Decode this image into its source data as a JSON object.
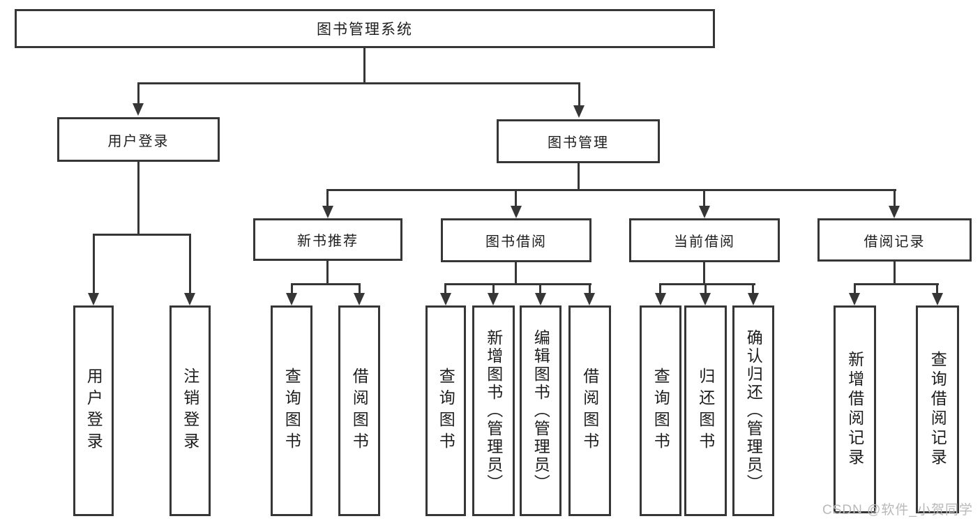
{
  "colors": {
    "line": "#363636",
    "text": "#1d1d1d",
    "watermark": "#b9b9b9",
    "background": "#ffffff"
  },
  "watermark": {
    "text": "CSDN @软件_小贺同学"
  },
  "diagram": {
    "root": {
      "label": "图书管理系统"
    },
    "branches": [
      {
        "label": "用户登录",
        "children": [
          {
            "label": "用户登录"
          },
          {
            "label": "注销登录"
          }
        ]
      },
      {
        "label": "图书管理",
        "children": [
          {
            "label": "新书推荐",
            "children": [
              {
                "label": "查询图书"
              },
              {
                "label": "借阅图书"
              }
            ]
          },
          {
            "label": "图书借阅",
            "children": [
              {
                "label": "查询图书"
              },
              {
                "label": "新增图书（管理员）"
              },
              {
                "label": "编辑图书（管理员）"
              },
              {
                "label": "借阅图书"
              }
            ]
          },
          {
            "label": "当前借阅",
            "children": [
              {
                "label": "查询图书"
              },
              {
                "label": "归还图书"
              },
              {
                "label": "确认归还（管理员）"
              }
            ]
          },
          {
            "label": "借阅记录",
            "children": [
              {
                "label": "新增借阅记录"
              },
              {
                "label": "查询借阅记录"
              }
            ]
          }
        ]
      }
    ]
  }
}
